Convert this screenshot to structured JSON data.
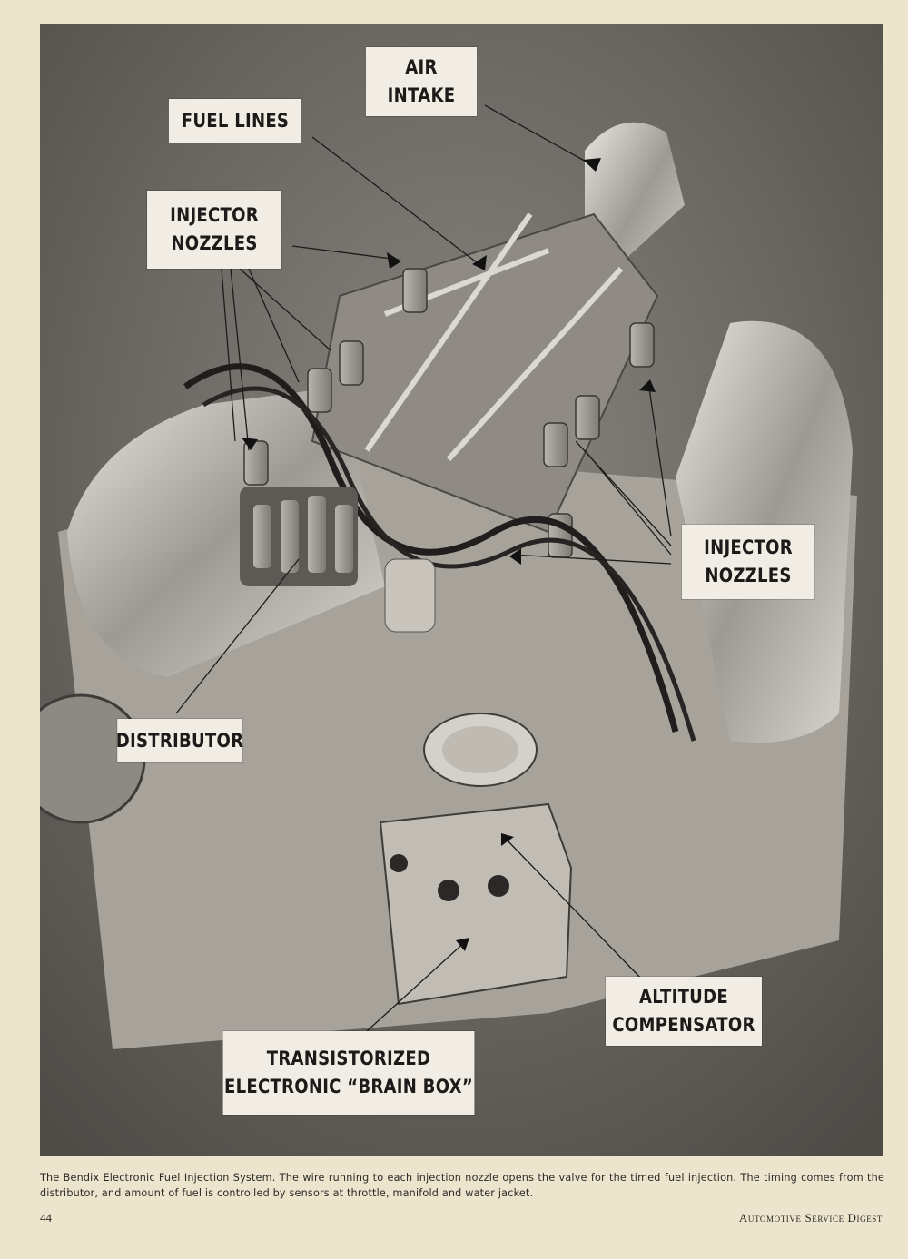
{
  "callouts": {
    "air_intake": [
      "AIR",
      "INTAKE"
    ],
    "fuel_lines": [
      "FUEL LINES"
    ],
    "injector_nozzles_left": [
      "INJECTOR",
      "NOZZLES"
    ],
    "injector_nozzles_right": [
      "INJECTOR",
      "NOZZLES"
    ],
    "distributor": [
      "DISTRIBUTOR"
    ],
    "altitude_compensator": [
      "ALTITUDE",
      "COMPENSATOR"
    ],
    "brain_box": [
      "TRANSISTORIZED",
      "ELECTRONIC “BRAIN BOX”"
    ]
  },
  "caption": "The Bendix Electronic Fuel Injection System. The wire running to each injection nozzle opens the valve for the timed fuel injection. The timing comes from the distributor, and amount of fuel is controlled by sensors at throttle, manifold and water jacket.",
  "footer": {
    "page_number": "44",
    "publication": "Automotive Service Digest"
  },
  "colors": {
    "paper": "#ece4cd",
    "photo_background": "#6e6b66",
    "label_fill": "#f1ede4"
  }
}
